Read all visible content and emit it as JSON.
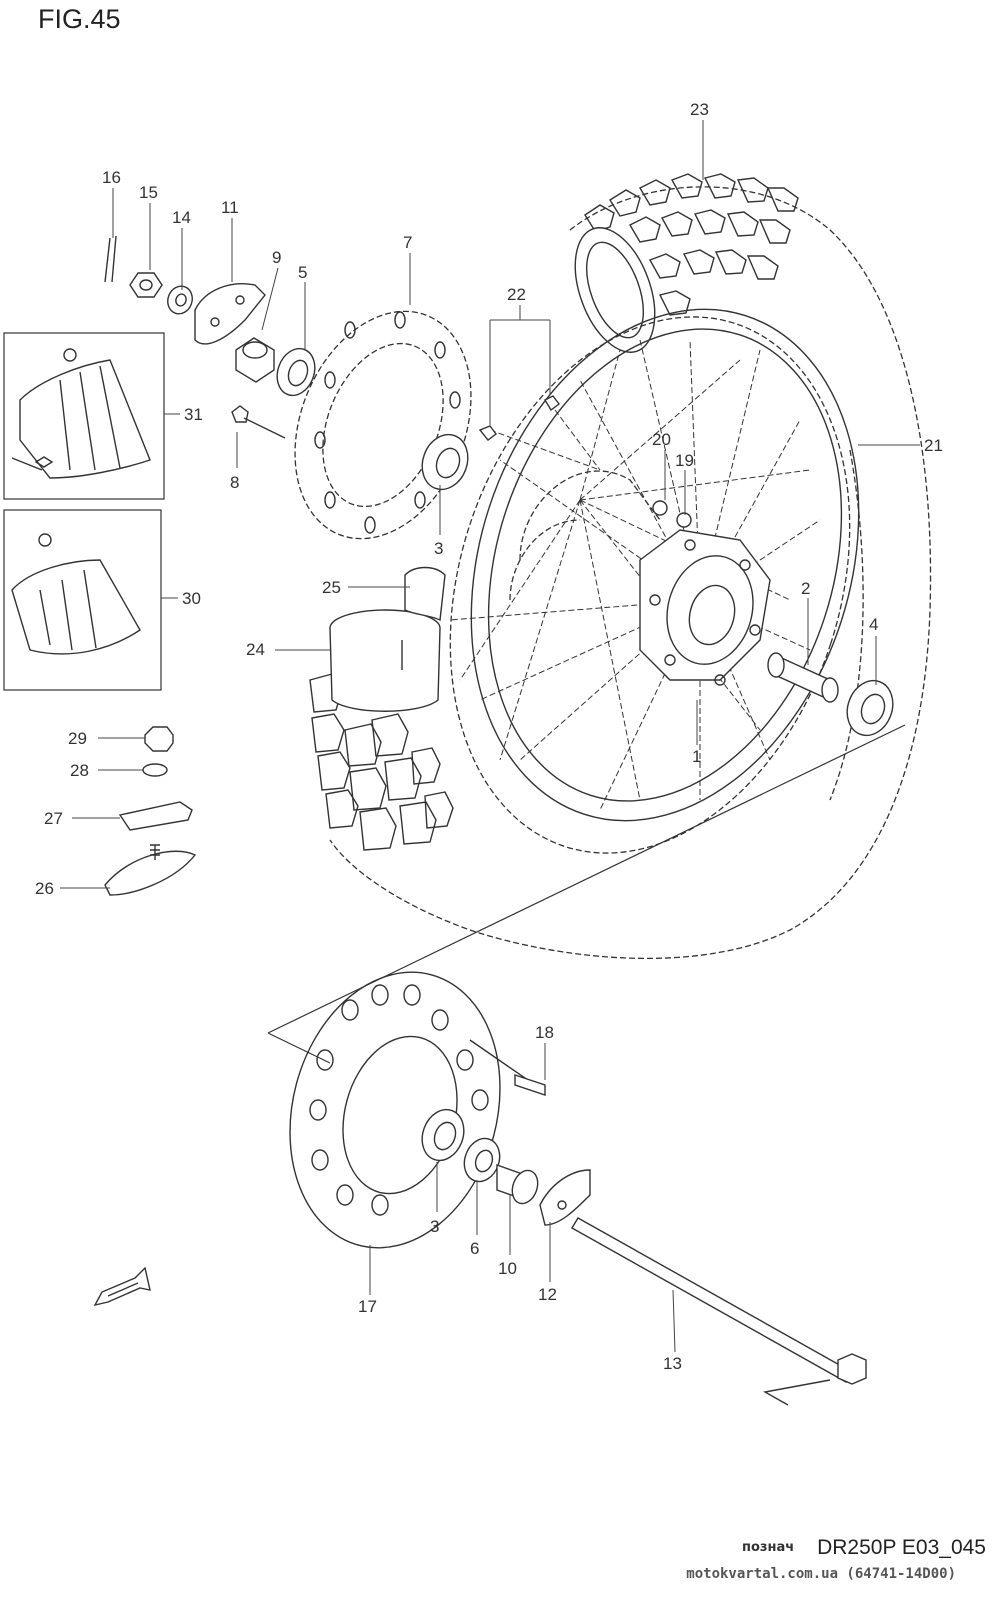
{
  "figure": {
    "title": "FIG.45",
    "doc_code": "DR250P E03_045",
    "watermark": "motokvartal.com.ua (64741-14D00)",
    "watermark_small": "познач"
  },
  "parts": [
    {
      "ref": "1"
    },
    {
      "ref": "2"
    },
    {
      "ref": "3"
    },
    {
      "ref": "3"
    },
    {
      "ref": "4"
    },
    {
      "ref": "5"
    },
    {
      "ref": "6"
    },
    {
      "ref": "7"
    },
    {
      "ref": "8"
    },
    {
      "ref": "9"
    },
    {
      "ref": "10"
    },
    {
      "ref": "11"
    },
    {
      "ref": "12"
    },
    {
      "ref": "13"
    },
    {
      "ref": "14"
    },
    {
      "ref": "15"
    },
    {
      "ref": "16"
    },
    {
      "ref": "17"
    },
    {
      "ref": "18"
    },
    {
      "ref": "19"
    },
    {
      "ref": "20"
    },
    {
      "ref": "21"
    },
    {
      "ref": "22"
    },
    {
      "ref": "23"
    },
    {
      "ref": "24"
    },
    {
      "ref": "25"
    },
    {
      "ref": "26"
    },
    {
      "ref": "27"
    },
    {
      "ref": "28"
    },
    {
      "ref": "29"
    },
    {
      "ref": "30"
    },
    {
      "ref": "31"
    }
  ]
}
